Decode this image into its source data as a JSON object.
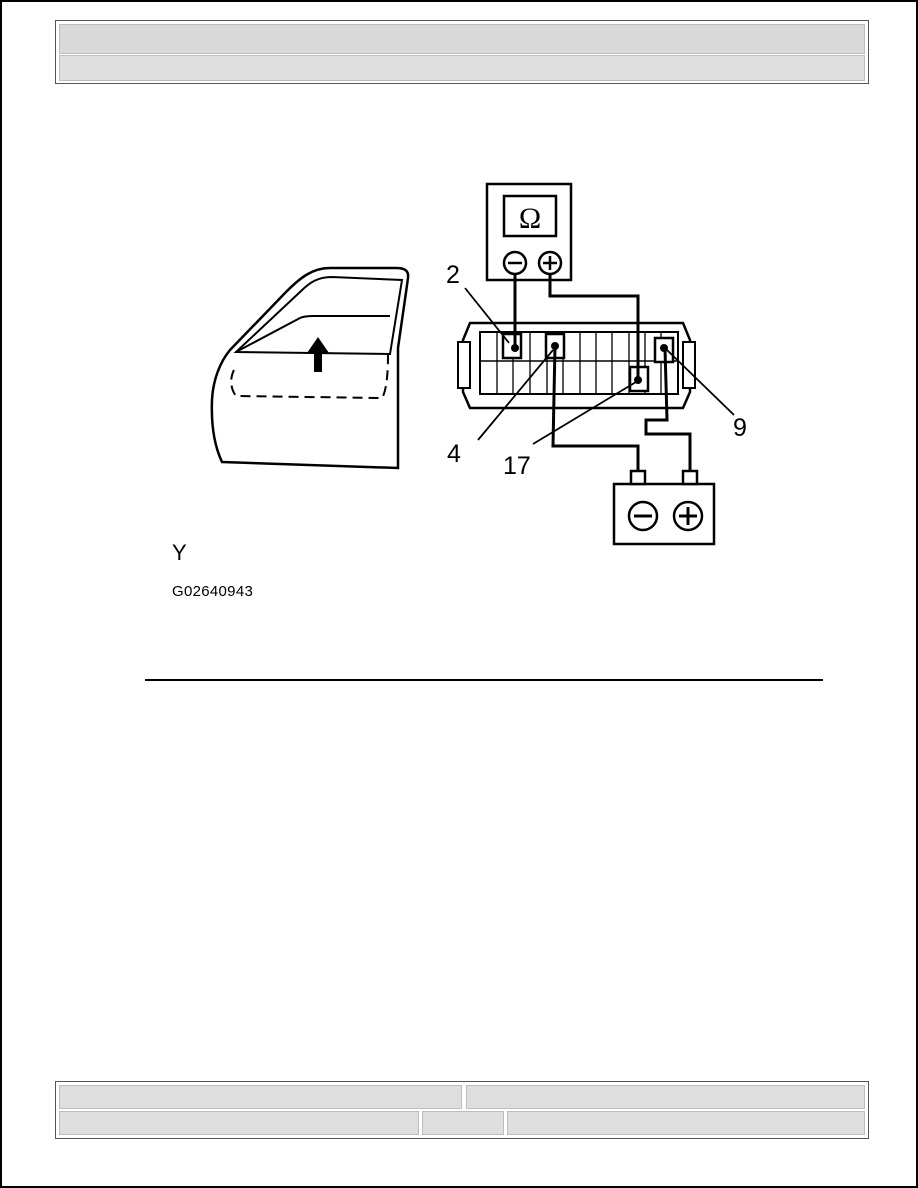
{
  "header": {
    "row1": "",
    "row2": ""
  },
  "figure": {
    "meter_symbol": "Ω",
    "pin_labels": [
      "2",
      "4",
      "17",
      "9"
    ],
    "caption_letter": "Y",
    "figure_code": "G02640943"
  },
  "footer": {
    "left_top": "",
    "right_top": "",
    "left_bottom": "",
    "middle_bottom": "",
    "right_bottom": ""
  },
  "icons": [
    "door-icon",
    "up-arrow-icon",
    "ohmmeter-icon",
    "connector-icon",
    "battery-icon"
  ]
}
